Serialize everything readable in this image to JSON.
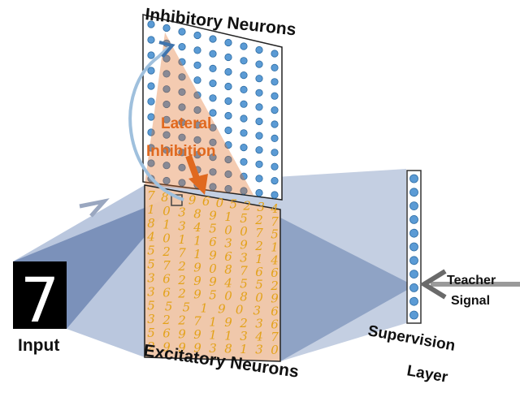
{
  "labels": {
    "inhibitory": "Inhibitory Neurons",
    "lateral_line1": "Lateral",
    "lateral_line2": "Inhibition",
    "input": "Input",
    "excitatory": "Excitatory Neurons",
    "supervision_line1": "Supervision",
    "supervision_line2": "Layer",
    "teacher_line1": "Teacher",
    "teacher_line2": "Signal"
  },
  "input_digit": "7",
  "digit_grid": [
    "78?96052 3 4",
    "10389 1 5 2 7",
    "81345007 5",
    "401163 9 2 1",
    "5271963 1 4",
    "57290876 6",
    "36299 4 5 5 2",
    "36295 0 8 0 9",
    "5 5 5 1 9 0 3 6",
    "32271 9 2 3 6",
    "56991 1 3 4 7",
    "29993 8 1 3 0"
  ],
  "colors": {
    "neuron_fill": "#5b9bd5",
    "neuron_stroke": "#2e6da4",
    "lateral_orange": "#e0691f",
    "digit_color": "#e3a21a",
    "projection_blue": "#3a5fa0",
    "panel_peach": "#f2c7a8"
  }
}
